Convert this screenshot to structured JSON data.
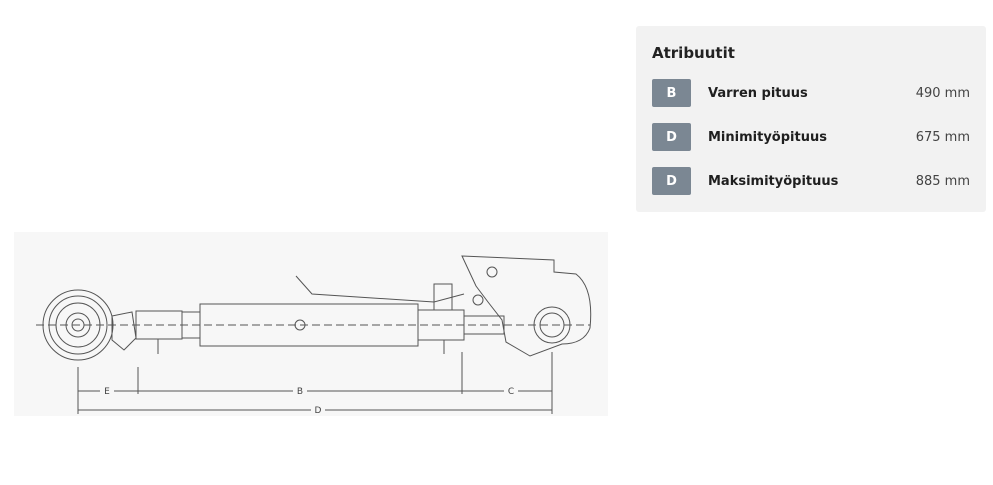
{
  "drawing": {
    "dimension_labels": {
      "e": "E",
      "b": "B",
      "c": "C",
      "d": "D"
    }
  },
  "attributes": {
    "title": "Atribuutit",
    "rows": [
      {
        "badge": "B",
        "label": "Varren pituus",
        "value": "490 mm"
      },
      {
        "badge": "D",
        "label": "Minimityöpituus",
        "value": "675 mm"
      },
      {
        "badge": "D",
        "label": "Maksimityöpituus",
        "value": "885 mm"
      }
    ]
  },
  "colors": {
    "panel_bg": "#f2f2f2",
    "badge_bg": "#7b8793",
    "line": "#555555"
  }
}
